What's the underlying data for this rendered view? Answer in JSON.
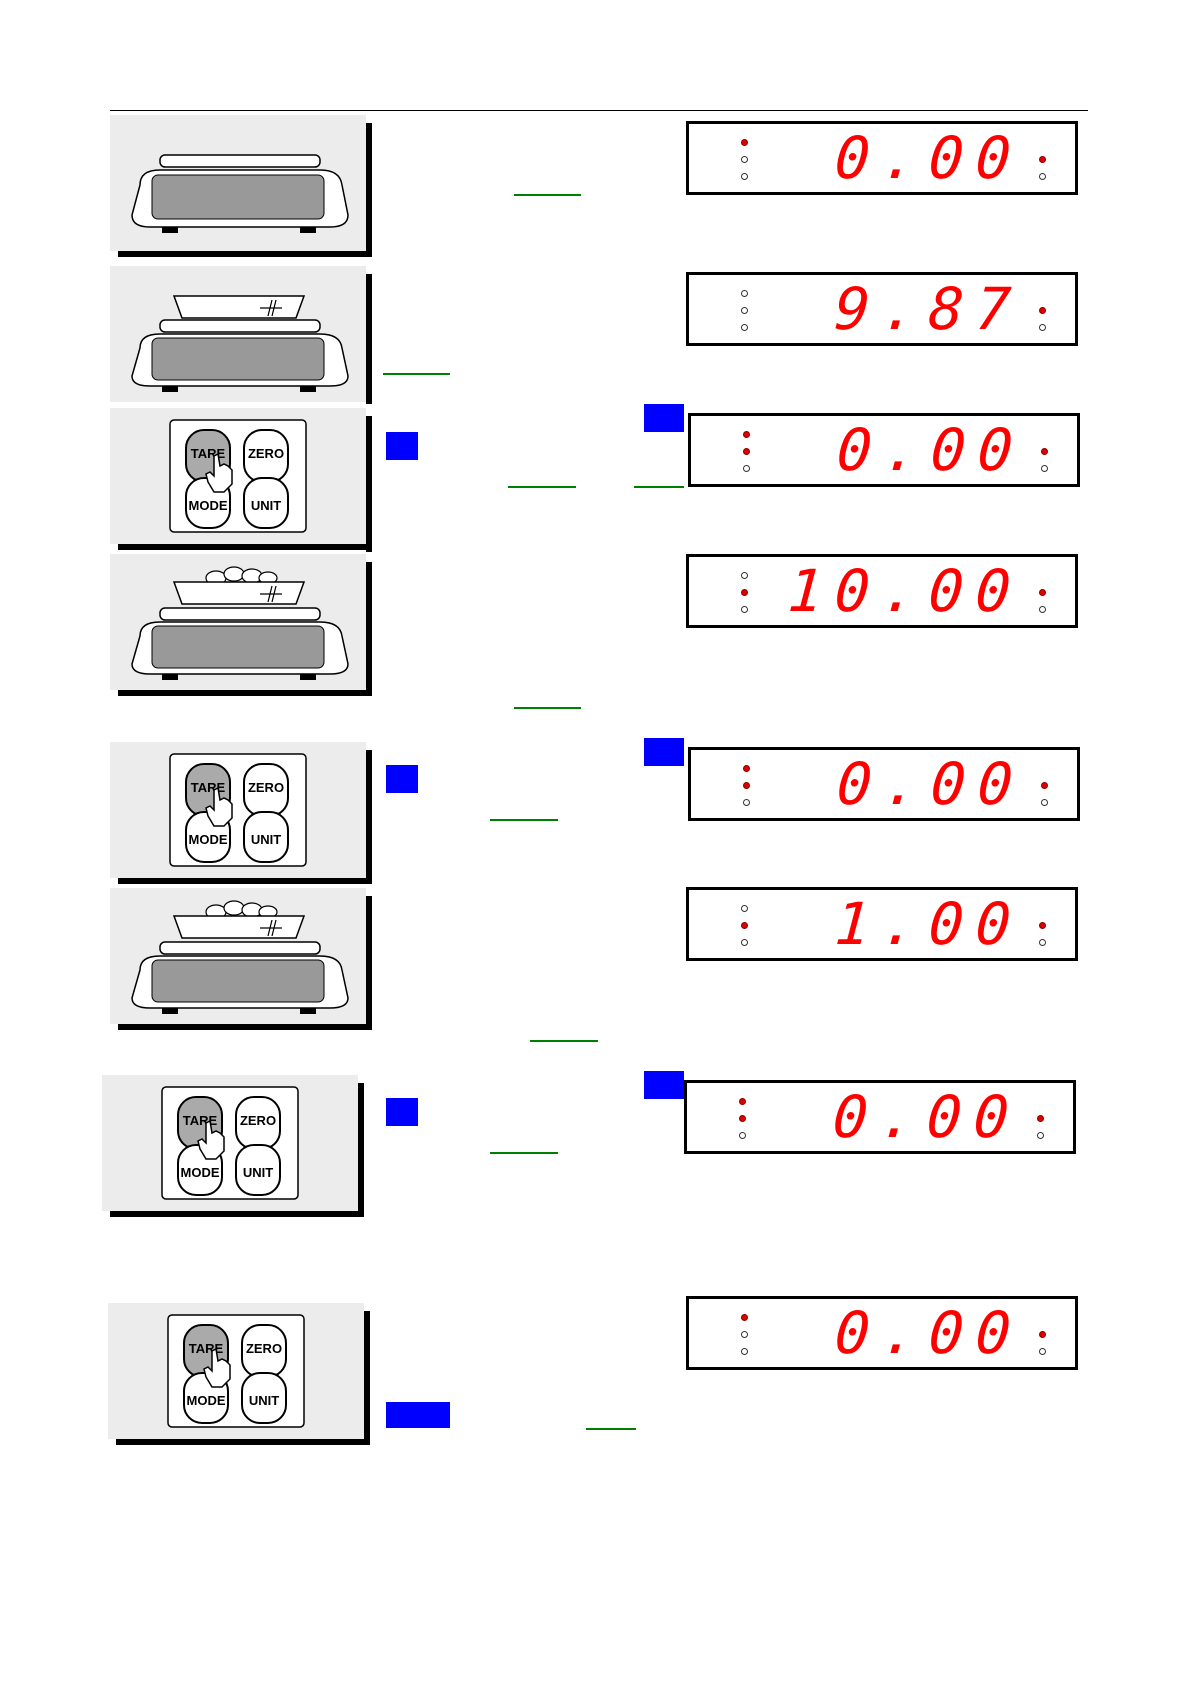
{
  "steps": [
    {
      "id": "step1",
      "illustration": "scale-empty",
      "display": {
        "value": "0.00",
        "left_leds": [
          true,
          false,
          false
        ],
        "right_leds": [
          true,
          false
        ]
      }
    },
    {
      "id": "step2",
      "illustration": "scale-with-container",
      "display": {
        "value": "9.87",
        "left_leds": [
          false,
          false,
          false
        ],
        "right_leds": [
          true,
          false
        ]
      }
    },
    {
      "id": "step3",
      "illustration": "keypad-tare-press",
      "display": {
        "value": "0.00",
        "left_leds": [
          true,
          true,
          false
        ],
        "right_leds": [
          true,
          false
        ]
      }
    },
    {
      "id": "step4",
      "illustration": "scale-with-container-and-items",
      "display": {
        "value": "10.00",
        "left_leds": [
          false,
          true,
          false
        ],
        "right_leds": [
          true,
          false
        ]
      }
    },
    {
      "id": "step5",
      "illustration": "keypad-tare-press",
      "display": {
        "value": "0.00",
        "left_leds": [
          true,
          true,
          false
        ],
        "right_leds": [
          true,
          false
        ]
      }
    },
    {
      "id": "step6",
      "illustration": "scale-with-container-and-items",
      "display": {
        "value": "1.00",
        "left_leds": [
          false,
          true,
          false
        ],
        "right_leds": [
          true,
          false
        ]
      }
    },
    {
      "id": "step7",
      "illustration": "keypad-tare-press",
      "display": {
        "value": "0.00",
        "left_leds": [
          true,
          true,
          false
        ],
        "right_leds": [
          true,
          false
        ]
      }
    },
    {
      "id": "step8",
      "illustration": "keypad-tare-press",
      "display": {
        "value": "0.00",
        "left_leds": [
          true,
          false,
          false
        ],
        "right_leds": [
          true,
          false
        ]
      }
    }
  ],
  "keypad": {
    "tare": "TARE",
    "zero": "ZERO",
    "mode": "MODE",
    "unit": "UNIT"
  },
  "colors": {
    "led_on": "#e00000",
    "digits": "#ff0000",
    "marker": "#0000ff",
    "underline": "#008000"
  }
}
